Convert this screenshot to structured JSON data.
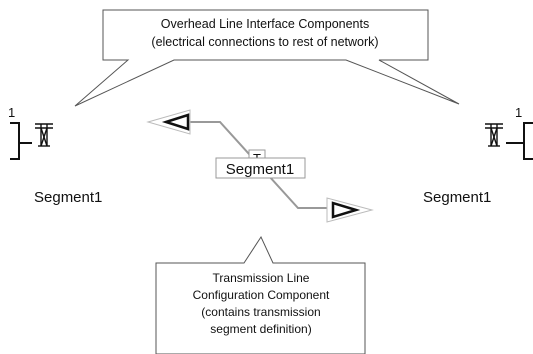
{
  "callout_top": {
    "line1": "Overhead Line Interface Components",
    "line2": "(electrical connections to rest of network)"
  },
  "callout_bottom": {
    "line1": "Transmission Line",
    "line2": "Configuration Component",
    "line3": "(contains transmission",
    "line4": "segment definition)"
  },
  "left_interface": {
    "node_number": "1",
    "label": "Segment1"
  },
  "right_interface": {
    "node_number": "1",
    "label": "Segment1"
  },
  "config_component": {
    "tag": "T",
    "label": "Segment1"
  },
  "colors": {
    "line": "#111111",
    "wire": "#999999",
    "bubble_fill": "#ffffff",
    "bubble_stroke": "#555555"
  }
}
